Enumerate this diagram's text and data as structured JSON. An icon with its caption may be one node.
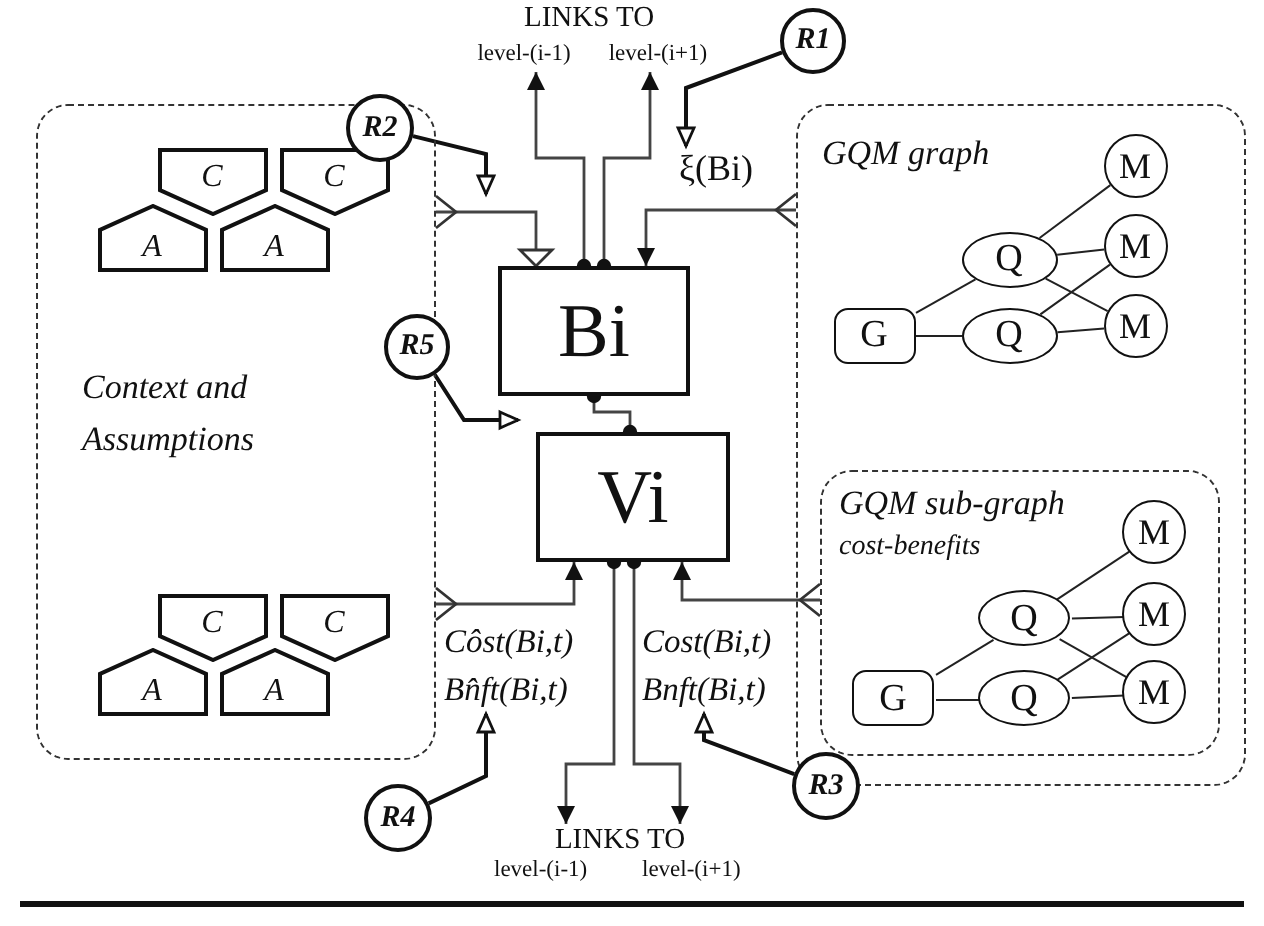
{
  "diagram": {
    "nodes": [
      {
        "text": [
          "Context and Assumptions"
        ]
      },
      {
        "text": [
          "C"
        ],
        "in": 0
      },
      {
        "text": [
          "C"
        ],
        "in": 0
      },
      {
        "text": [
          "A"
        ],
        "in": 0
      },
      {
        "text": [
          "A"
        ],
        "in": 0
      },
      {
        "text": [
          "C"
        ],
        "in": 0
      },
      {
        "text": [
          "C"
        ],
        "in": 0
      },
      {
        "text": [
          "A"
        ],
        "in": 0
      },
      {
        "text": [
          "A"
        ],
        "in": 0
      },
      {
        "text": [
          "GQM graph"
        ]
      },
      {
        "text": [
          "G"
        ],
        "in": 9
      },
      {
        "text": [
          "Q"
        ],
        "in": 9
      },
      {
        "text": [
          "Q"
        ],
        "in": 9
      },
      {
        "text": [
          "M"
        ],
        "in": 9
      },
      {
        "text": [
          "M"
        ],
        "in": 9
      },
      {
        "text": [
          "M"
        ],
        "in": 9
      },
      {
        "text": [
          "GQM sub-graph",
          "cost-benefits"
        ],
        "in": 9
      },
      {
        "text": [
          "G"
        ],
        "in": 16
      },
      {
        "text": [
          "Q"
        ],
        "in": 16
      },
      {
        "text": [
          "Q"
        ],
        "in": 16
      },
      {
        "text": [
          "M"
        ],
        "in": 16
      },
      {
        "text": [
          "M"
        ],
        "in": 16
      },
      {
        "text": [
          "M"
        ],
        "in": 16
      },
      {
        "text": [
          "Bi"
        ]
      },
      {
        "text": [
          "Vi"
        ]
      },
      {
        "text": [
          "R1"
        ]
      },
      {
        "text": [
          "R2"
        ]
      },
      {
        "text": [
          "R3"
        ]
      },
      {
        "text": [
          "R4"
        ]
      },
      {
        "text": [
          "R5"
        ]
      },
      {
        "text": [
          "ξ(Bi)"
        ]
      },
      {
        "text": [
          "level-(i-1)"
        ]
      },
      {
        "text": [
          "level-(i+1)"
        ]
      },
      {
        "text": [
          "Côst(Bi,t)",
          "Bn̂ft(Bi,t)"
        ]
      },
      {
        "text": [
          "Cost(Bi,t)",
          "Bnft(Bi,t)"
        ]
      },
      {
        "text": [
          "LINKS TO"
        ]
      }
    ],
    "edges": [
      {
        "from": 0,
        "to": 23,
        "arrow": "to"
      },
      {
        "from": 9,
        "to": 23,
        "arrow": "to"
      },
      {
        "from": 0,
        "to": 24,
        "arrow": "to"
      },
      {
        "from": 16,
        "to": 24,
        "arrow": "to"
      },
      {
        "from": 23,
        "to": 31,
        "arrow": "to"
      },
      {
        "from": 23,
        "to": 32,
        "arrow": "to"
      },
      {
        "from": 24,
        "to": 35,
        "arrow": "to"
      },
      {
        "from": 24,
        "to": 35,
        "arrow": "to"
      },
      {
        "from": 23,
        "to": 24,
        "arrow": "other"
      },
      {
        "from": 25,
        "to": 30,
        "arrow": "to"
      },
      {
        "from": 26,
        "to": 0,
        "arrow": "to"
      },
      {
        "from": 29,
        "to": 23,
        "arrow": "to"
      },
      {
        "from": 28,
        "to": 33,
        "arrow": "to"
      },
      {
        "from": 27,
        "to": 34,
        "arrow": "to"
      },
      {
        "from": 10,
        "to": 11,
        "arrow": "none"
      },
      {
        "from": 10,
        "to": 12,
        "arrow": "none"
      },
      {
        "from": 11,
        "to": 13,
        "arrow": "none"
      },
      {
        "from": 11,
        "to": 14,
        "arrow": "none"
      },
      {
        "from": 11,
        "to": 15,
        "arrow": "none"
      },
      {
        "from": 12,
        "to": 14,
        "arrow": "none"
      },
      {
        "from": 12,
        "to": 15,
        "arrow": "none"
      },
      {
        "from": 17,
        "to": 18,
        "arrow": "none"
      },
      {
        "from": 17,
        "to": 19,
        "arrow": "none"
      },
      {
        "from": 18,
        "to": 20,
        "arrow": "none"
      },
      {
        "from": 18,
        "to": 21,
        "arrow": "none"
      },
      {
        "from": 18,
        "to": 22,
        "arrow": "none"
      },
      {
        "from": 19,
        "to": 21,
        "arrow": "none"
      },
      {
        "from": 19,
        "to": 22,
        "arrow": "none"
      }
    ],
    "labels": [
      "LINKS TO",
      "level-(i-1)",
      "level-(i+1)"
    ]
  }
}
